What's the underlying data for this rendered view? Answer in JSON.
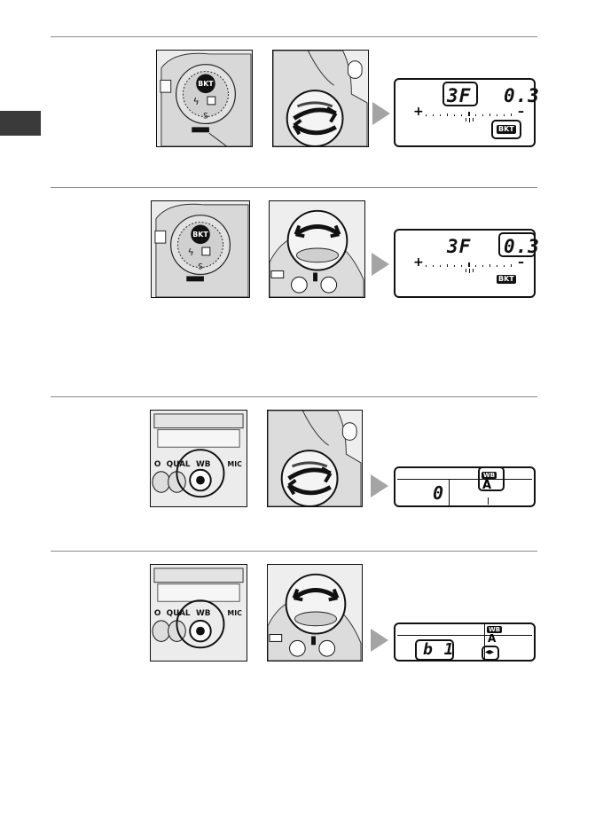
{
  "step1": {
    "lcd_frames": "3F",
    "lcd_increment": "0.3",
    "lcd_badge": "BKT",
    "lcd_plus": "+",
    "lcd_minus": "–",
    "button_label": "BKT"
  },
  "step2": {
    "lcd_frames": "3F",
    "lcd_increment": "0.3",
    "lcd_badge": "BKT",
    "lcd_plus": "+",
    "lcd_minus": "–",
    "button_label": "BKT"
  },
  "step3": {
    "lcd_value": "0",
    "lcd_wb_badge": "WB",
    "lcd_wb_mode": "A",
    "button_labels": [
      "O",
      "QUAL",
      "WB",
      "MIC"
    ]
  },
  "step4": {
    "lcd_value": "b 1",
    "lcd_wb_badge": "WB",
    "lcd_wb_mode": "A",
    "lcd_arrows": "◂▸",
    "button_labels": [
      "O",
      "QUAL",
      "WB",
      "MIC"
    ]
  }
}
